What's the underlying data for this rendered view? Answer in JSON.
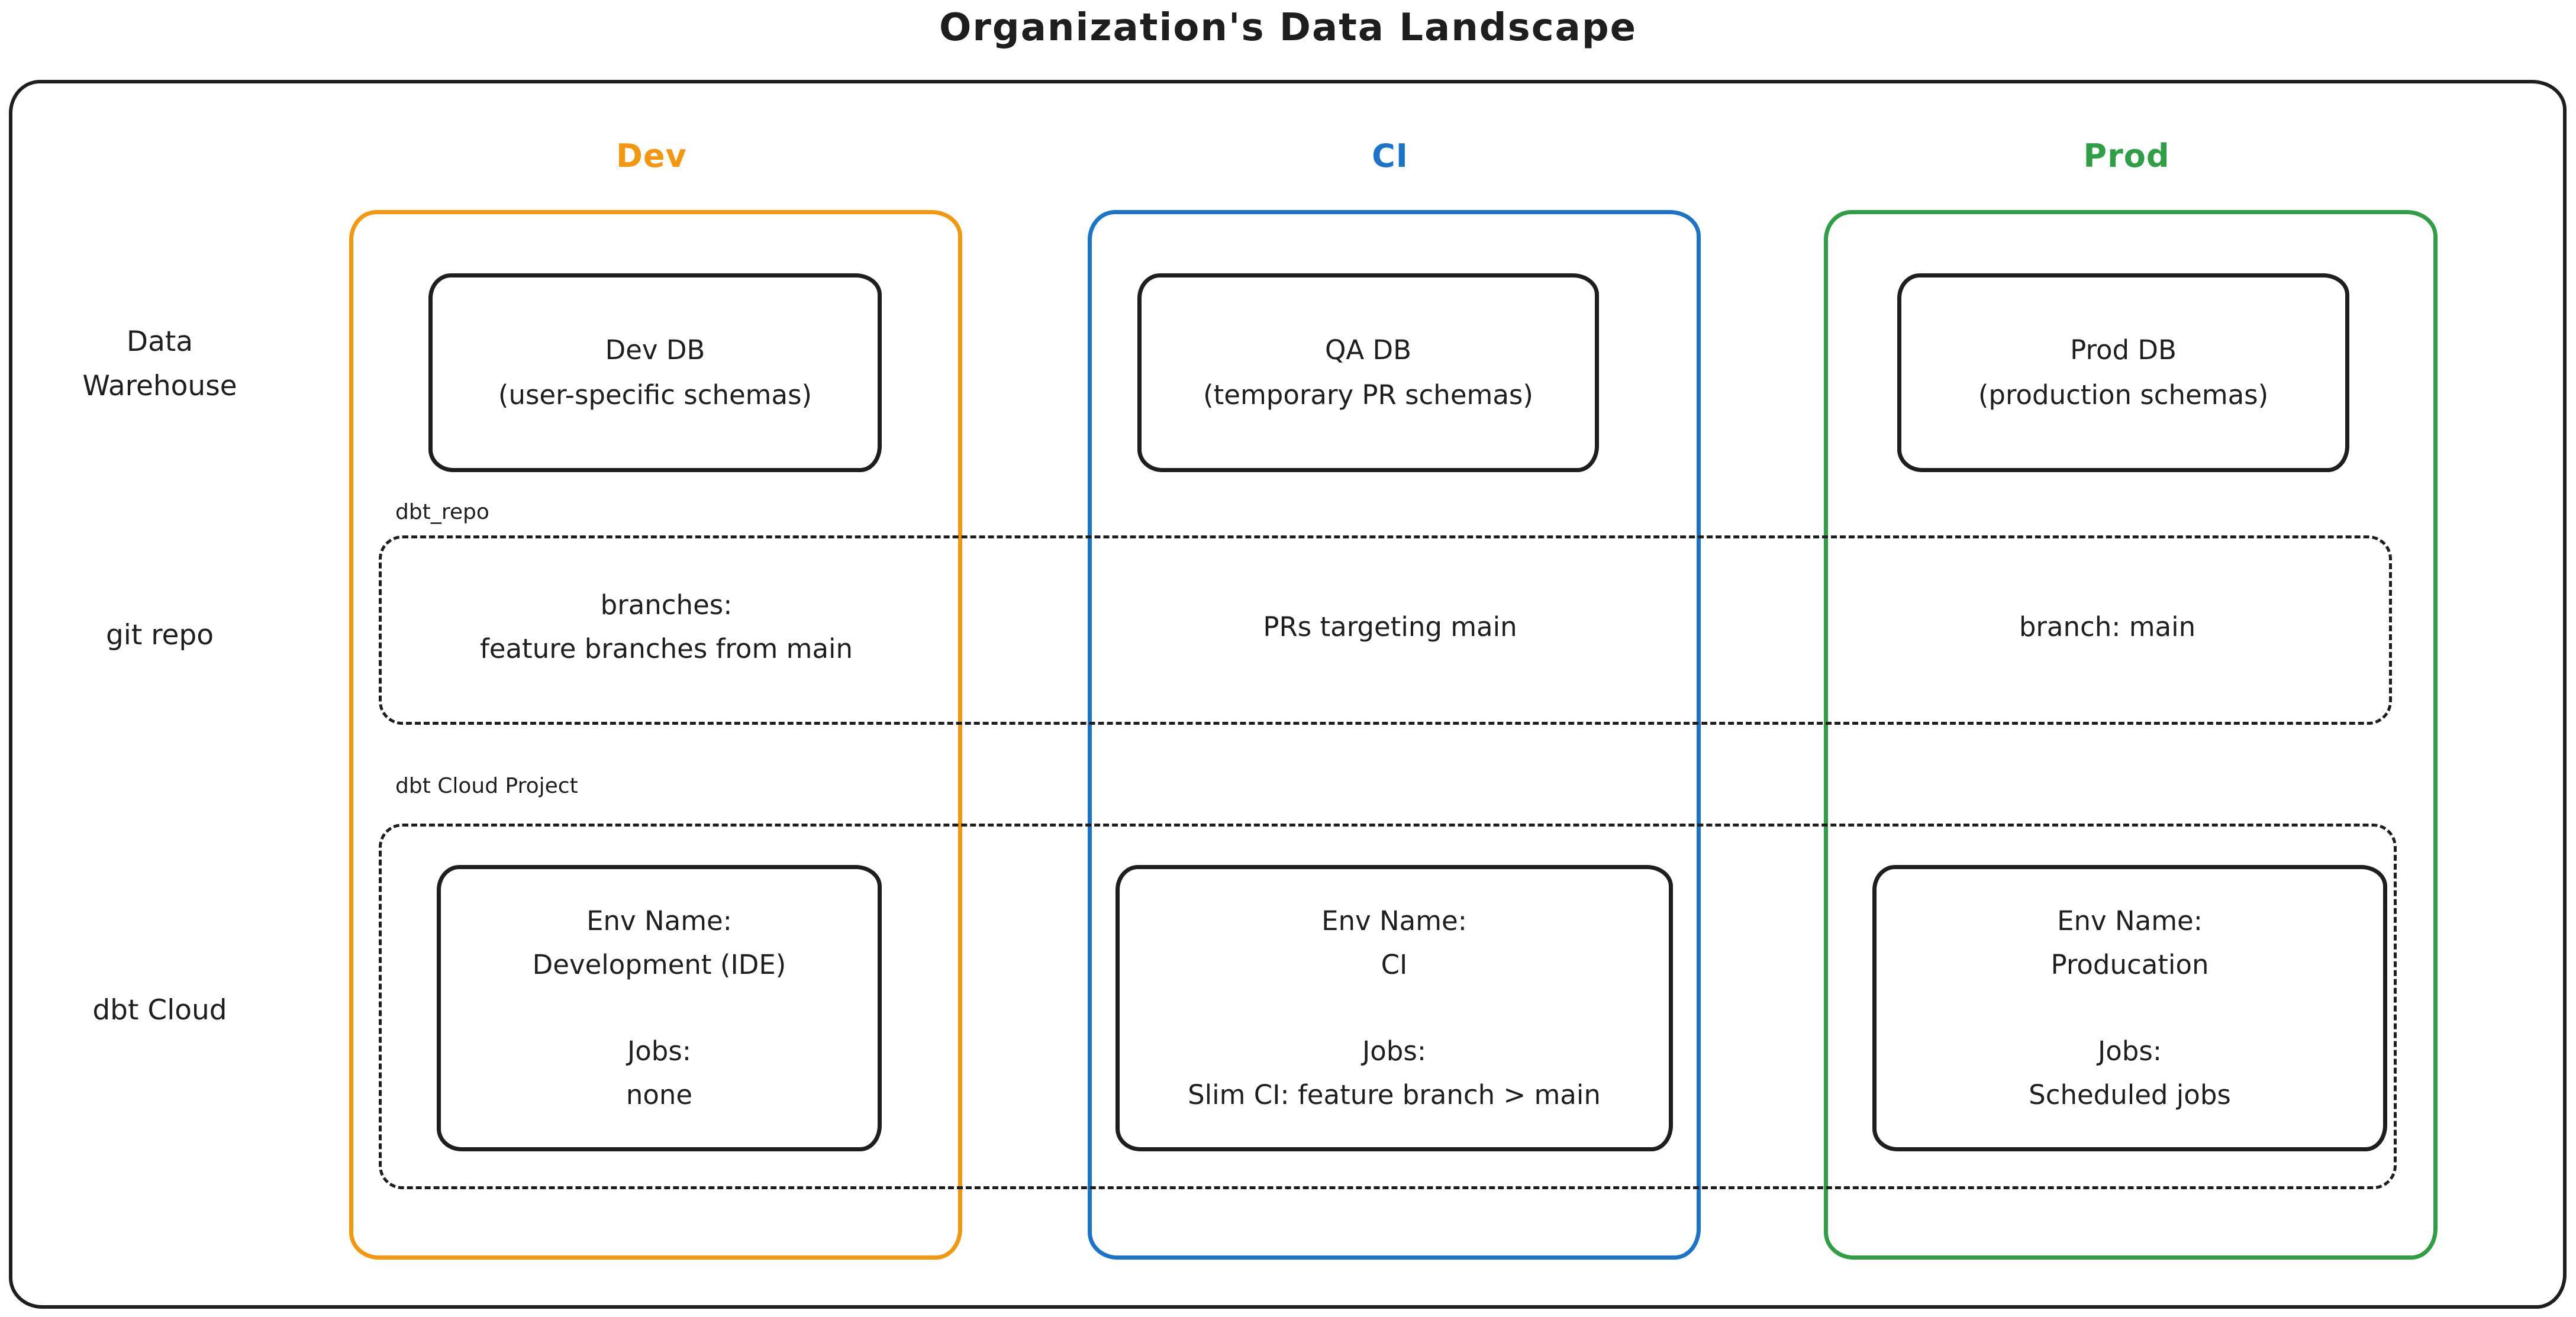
{
  "title": "Organization's Data Landscape",
  "colors": {
    "dev": "#F3970F",
    "ci": "#1C74C9",
    "prod": "#2F9E44",
    "ink": "#1e1e1e"
  },
  "columns": [
    {
      "id": "dev",
      "label": "Dev"
    },
    {
      "id": "ci",
      "label": "CI"
    },
    {
      "id": "prod",
      "label": "Prod"
    }
  ],
  "row_labels": {
    "warehouse_line1": "Data",
    "warehouse_line2": "Warehouse",
    "git_repo": "git repo",
    "dbt_cloud": "dbt Cloud"
  },
  "warehouse_boxes": [
    {
      "name": "Dev DB",
      "detail": "(user-specific schemas)"
    },
    {
      "name": "QA DB",
      "detail": "(temporary PR schemas)"
    },
    {
      "name": "Prod DB",
      "detail": "(production schemas)"
    }
  ],
  "git_repo_band": {
    "tag": "dbt_repo",
    "dev": {
      "line1": "branches:",
      "line2": "feature branches from main"
    },
    "ci": {
      "line1": "PRs targeting main"
    },
    "prod": {
      "line1": "branch: main"
    }
  },
  "dbt_cloud_band": {
    "tag": "dbt Cloud Project",
    "dev": {
      "env_label": "Env Name:",
      "env": "Development (IDE)",
      "jobs_label": "Jobs:",
      "jobs": "none"
    },
    "ci": {
      "env_label": "Env Name:",
      "env": "CI",
      "jobs_label": "Jobs:",
      "jobs": "Slim CI: feature branch > main"
    },
    "prod": {
      "env_label": "Env Name:",
      "env": "Producation",
      "jobs_label": "Jobs:",
      "jobs": "Scheduled jobs"
    }
  }
}
